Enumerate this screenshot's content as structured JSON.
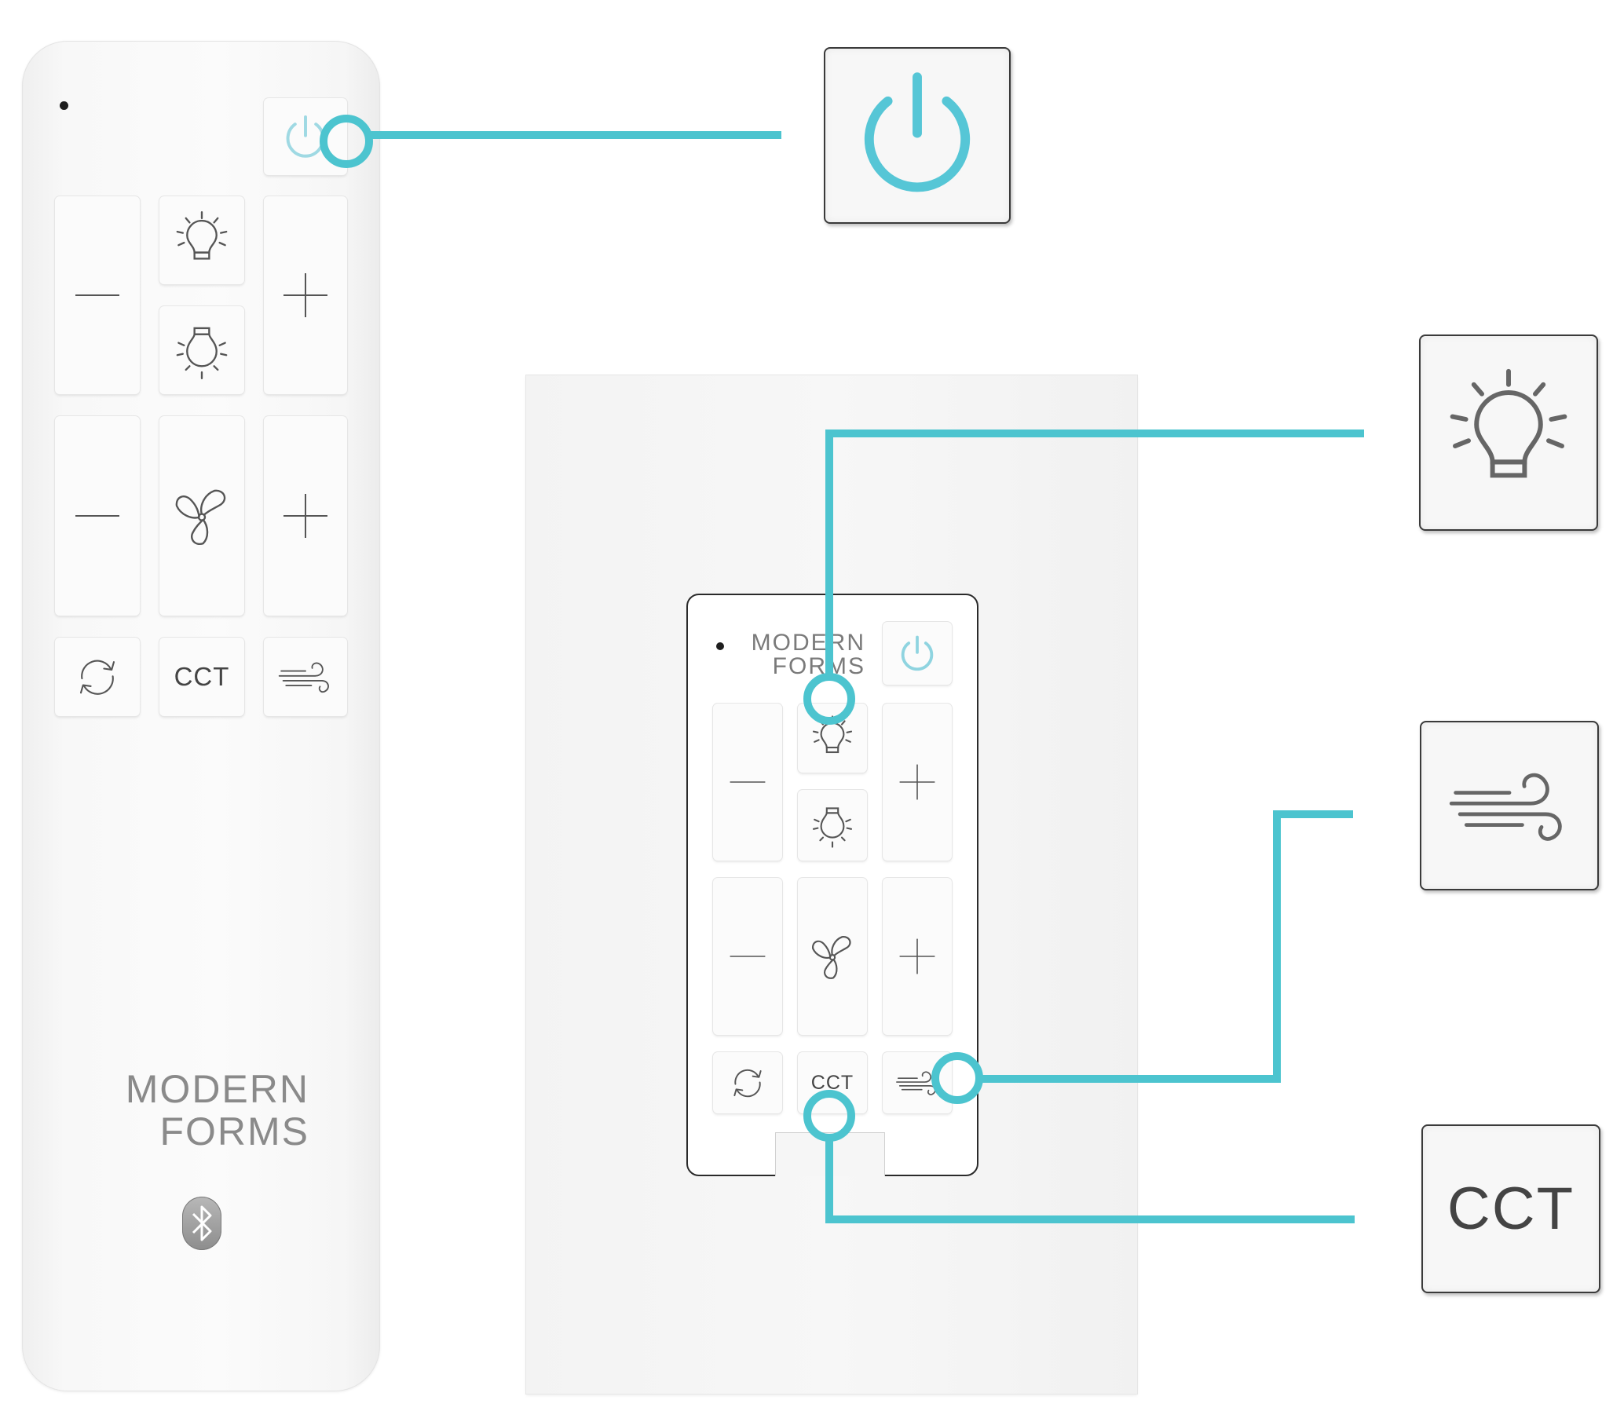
{
  "handheld_remote": {
    "cct_label": "CCT",
    "brand": {
      "line1": "MODERN",
      "line2": "FORMS"
    }
  },
  "wall_remote": {
    "cct_label": "CCT",
    "brand": {
      "line1": "MODERN",
      "line2": "FORMS"
    }
  },
  "callouts": {
    "cct_label": "CCT"
  },
  "colors": {
    "accent": "#4cc4cf",
    "power_icon": "#56c6d6",
    "icon_gray": "#666666",
    "text_gray": "#444444"
  }
}
